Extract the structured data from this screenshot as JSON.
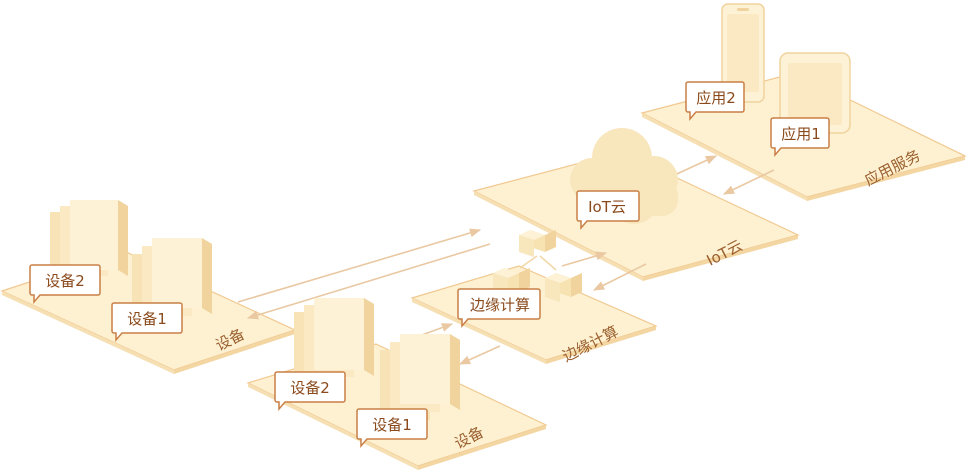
{
  "colors": {
    "platform_fill": "#fdf1d2",
    "platform_edge": "#f1c890",
    "box_light": "#fdf2d6",
    "box_mid": "#f8e3b6",
    "box_dark": "#f0d39d",
    "tag_fill": "#ffffff",
    "tag_border": "#c97f45",
    "tag_text": "#8a4a1c",
    "arrow": "#e9c8a2",
    "platform_label": "#9a5f2e"
  },
  "platforms": {
    "app_service": "应用服务",
    "iot_cloud": "IoT云",
    "edge": "边缘计算",
    "devices_left": "设备",
    "devices_bottom": "设备"
  },
  "tags": {
    "app2": "应用2",
    "app1": "应用1",
    "iot_cloud": "IoT云",
    "edge": "边缘计算",
    "left_device2": "设备2",
    "left_device1": "设备1",
    "bottom_device2": "设备2",
    "bottom_device1": "设备1"
  },
  "icons": {
    "phone": "phone-icon",
    "tablet": "tablet-icon",
    "cloud": "cloud-icon",
    "edge_cubes": "cube-cluster-icon",
    "device_stack": "server-stack-icon"
  }
}
